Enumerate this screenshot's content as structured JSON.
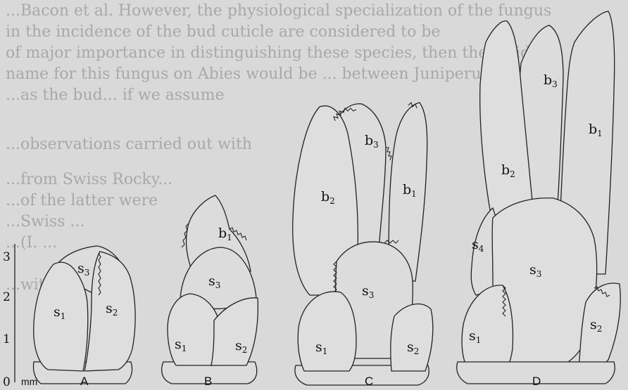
{
  "background_text": {
    "lines": [
      "...Bacon et al. However, the physiological specialization of the fungus",
      "in the incidence of the bud cuticle are considered to be",
      "of major importance in distinguishing these species, then the valid",
      "name for this fungus on Abies would be ... between Juniperus",
      "...as the bud... if we assume",
      "...",
      "...observations carried out with",
      "...from Swiss Rocky...",
      "...of the latter were",
      "...Swiss ...",
      "...(I. ...",
      "...",
      "...with a large",
      "...",
      "...",
      "...",
      "...",
      "..."
    ]
  },
  "scale_bar": {
    "unit": "mm",
    "ticks": [
      "0",
      "1",
      "2",
      "3"
    ]
  },
  "panels": [
    {
      "id": "A",
      "label": "A",
      "parts": [
        {
          "base": "s",
          "sub": "1"
        },
        {
          "base": "s",
          "sub": "2"
        },
        {
          "base": "s",
          "sub": "3"
        }
      ]
    },
    {
      "id": "B",
      "label": "B",
      "parts": [
        {
          "base": "s",
          "sub": "1"
        },
        {
          "base": "s",
          "sub": "2"
        },
        {
          "base": "s",
          "sub": "3"
        },
        {
          "base": "b",
          "sub": "1"
        }
      ]
    },
    {
      "id": "C",
      "label": "C",
      "parts": [
        {
          "base": "s",
          "sub": "1"
        },
        {
          "base": "s",
          "sub": "2"
        },
        {
          "base": "s",
          "sub": "3"
        },
        {
          "base": "b",
          "sub": "1"
        },
        {
          "base": "b",
          "sub": "2"
        },
        {
          "base": "b",
          "sub": "3"
        }
      ]
    },
    {
      "id": "D",
      "label": "D",
      "parts": [
        {
          "base": "s",
          "sub": "1"
        },
        {
          "base": "s",
          "sub": "2"
        },
        {
          "base": "s",
          "sub": "3"
        },
        {
          "base": "s",
          "sub": "4"
        },
        {
          "base": "b",
          "sub": "1"
        },
        {
          "base": "b",
          "sub": "2"
        },
        {
          "base": "b",
          "sub": "3"
        }
      ]
    }
  ]
}
